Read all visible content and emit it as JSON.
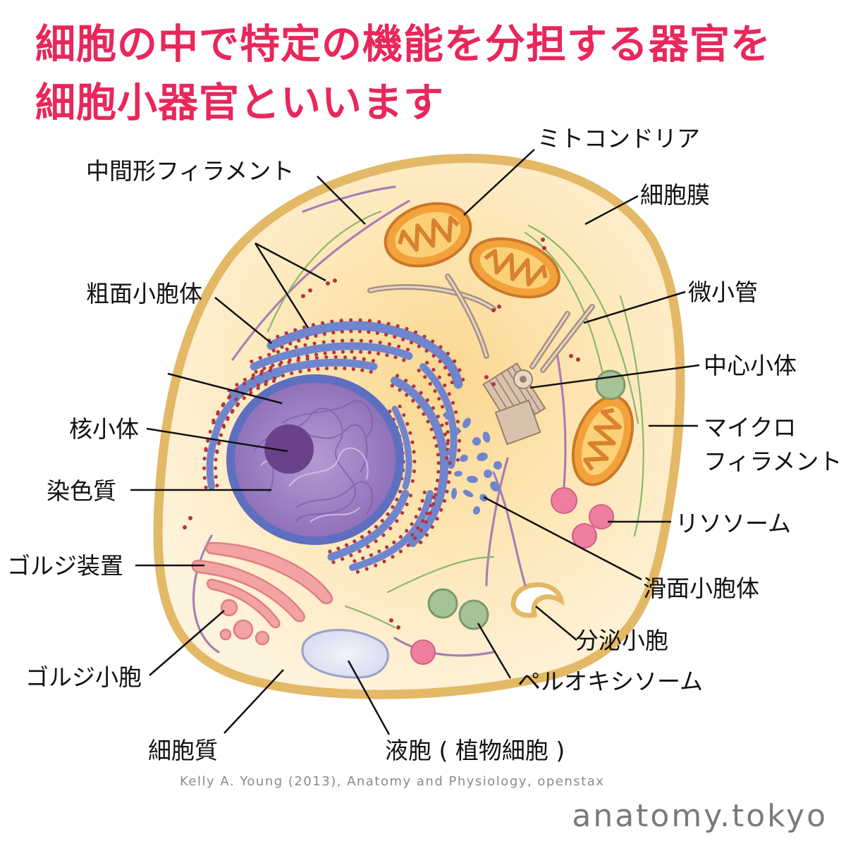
{
  "headline": {
    "line1": "細胞の中で特定の機能を分担する器官を",
    "line2": "細胞小器官といいます"
  },
  "labels": {
    "mitochondria": "ミトコンドリア",
    "intermediate_filament": "中間形フィラメント",
    "cell_membrane": "細胞膜",
    "rough_er": "粗面小胞体",
    "microtubule": "微小管",
    "centrosome": "中心小体",
    "microfilament_line1": "マイクロ",
    "microfilament_line2": "フィラメント",
    "nucleolus": "核小体",
    "chromatin": "染色質",
    "lysosome": "リソソーム",
    "golgi_apparatus": "ゴルジ装置",
    "smooth_er": "滑面小胞体",
    "secretory_vesicle": "分泌小胞",
    "golgi_vesicle": "ゴルジ小胞",
    "peroxisome": "ペルオキシソーム",
    "cytoplasm": "細胞質",
    "vacuole": "液胞 ( 植物細胞 )"
  },
  "credit": "Kelly A. Young (2013), Anatomy and Physiology, openstax",
  "site": "anatomy.tokyo",
  "colors": {
    "headline": "#e8275a",
    "cytoplasm": "#fdeec8",
    "membrane": "#e3b866",
    "mitochondria": "#f3a23b",
    "er": "#6f86cf",
    "ribosome": "#b5343e",
    "nucleus": "#9b7ec0",
    "golgi": "#f3a3a3",
    "peroxisome": "#a6c297",
    "lysosome": "#ef7e9e"
  }
}
